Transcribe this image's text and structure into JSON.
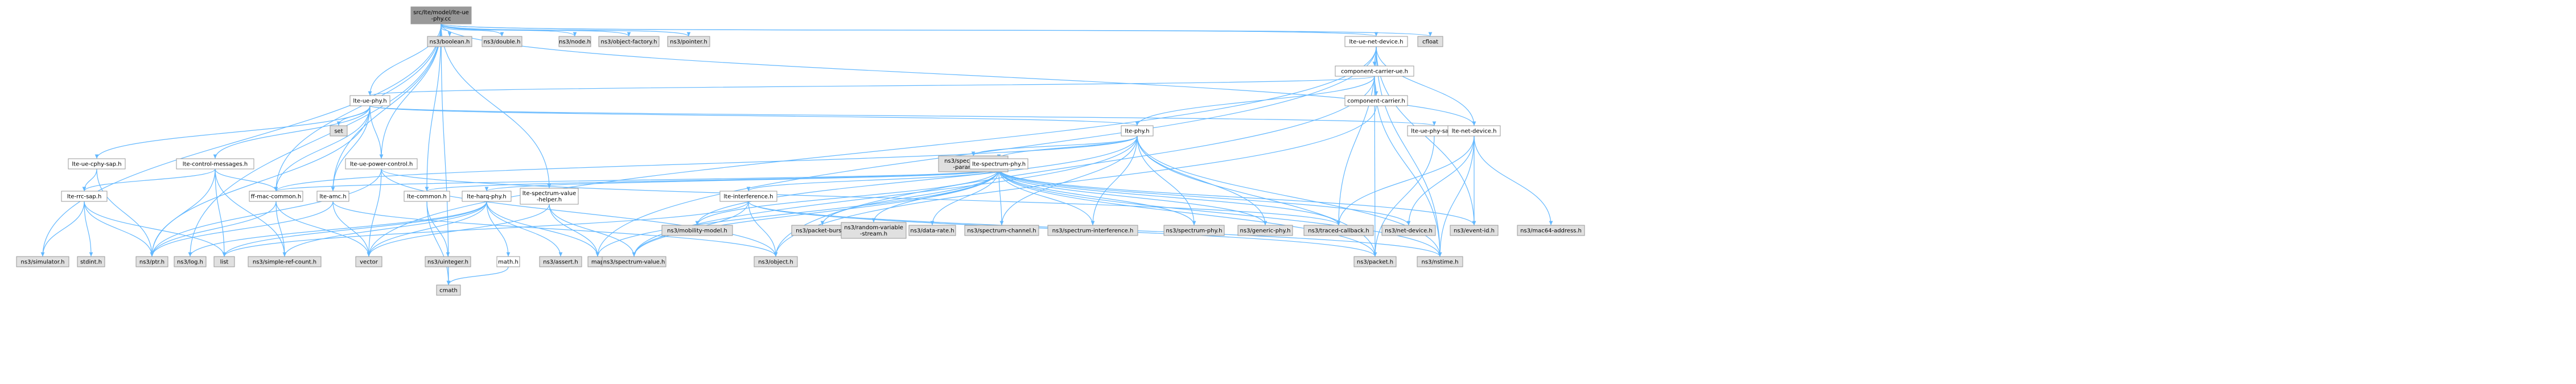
{
  "colors": {
    "root_fill": "#999999",
    "internal_fill": "#ffffff",
    "external_fill": "#e0e0e0",
    "border": "#999999",
    "edge": "#63b8ff",
    "text": "#000000"
  },
  "nodes": [
    {
      "id": "root",
      "label": "src/lte/model/lte-ue\n-phy.cc",
      "kind": "root"
    },
    {
      "id": "boolean",
      "label": "ns3/boolean.h",
      "kind": "external"
    },
    {
      "id": "double",
      "label": "ns3/double.h",
      "kind": "external"
    },
    {
      "id": "node",
      "label": "ns3/node.h",
      "kind": "external"
    },
    {
      "id": "objfactory",
      "label": "ns3/object-factory.h",
      "kind": "external"
    },
    {
      "id": "pointer",
      "label": "ns3/pointer.h",
      "kind": "external"
    },
    {
      "id": "uenetdev",
      "label": "lte-ue-net-device.h",
      "kind": "internal"
    },
    {
      "id": "cfloat",
      "label": "cfloat",
      "kind": "external"
    },
    {
      "id": "ccmue",
      "label": "component-carrier-ue.h",
      "kind": "internal"
    },
    {
      "id": "uephy",
      "label": "lte-ue-phy.h",
      "kind": "internal"
    },
    {
      "id": "ccarrier",
      "label": "component-carrier.h",
      "kind": "internal"
    },
    {
      "id": "set",
      "label": "set",
      "kind": "external"
    },
    {
      "id": "ltephy",
      "label": "lte-phy.h",
      "kind": "internal"
    },
    {
      "id": "uephysap",
      "label": "lte-ue-phy-sap.h",
      "kind": "internal"
    },
    {
      "id": "netdev",
      "label": "lte-net-device.h",
      "kind": "internal"
    },
    {
      "id": "specsig",
      "label": "ns3/spectrum-signal\n-parameters.h",
      "kind": "external"
    },
    {
      "id": "uecphysap",
      "label": "lte-ue-cphy-sap.h",
      "kind": "internal"
    },
    {
      "id": "ctrlmsg",
      "label": "lte-control-messages.h",
      "kind": "internal"
    },
    {
      "id": "uepower",
      "label": "lte-ue-power-control.h",
      "kind": "internal"
    },
    {
      "id": "specphy",
      "label": "lte-spectrum-phy.h",
      "kind": "internal"
    },
    {
      "id": "rrcsap",
      "label": "lte-rrc-sap.h",
      "kind": "internal"
    },
    {
      "id": "ffmac",
      "label": "ff-mac-common.h",
      "kind": "internal"
    },
    {
      "id": "amc",
      "label": "lte-amc.h",
      "kind": "internal"
    },
    {
      "id": "common",
      "label": "lte-common.h",
      "kind": "internal"
    },
    {
      "id": "harq",
      "label": "lte-harq-phy.h",
      "kind": "internal"
    },
    {
      "id": "specval",
      "label": "lte-spectrum-value\n-helper.h",
      "kind": "internal"
    },
    {
      "id": "interf",
      "label": "lte-interference.h",
      "kind": "internal"
    },
    {
      "id": "mobility",
      "label": "ns3/mobility-model.h",
      "kind": "external"
    },
    {
      "id": "pktburst",
      "label": "ns3/packet-burst.h",
      "kind": "external"
    },
    {
      "id": "randvar",
      "label": "ns3/random-variable\n-stream.h",
      "kind": "external"
    },
    {
      "id": "datarate",
      "label": "ns3/data-rate.h",
      "kind": "external"
    },
    {
      "id": "specchan",
      "label": "ns3/spectrum-channel.h",
      "kind": "external"
    },
    {
      "id": "specinterf",
      "label": "ns3/spectrum-interference.h",
      "kind": "external"
    },
    {
      "id": "specphyx",
      "label": "ns3/spectrum-phy.h",
      "kind": "external"
    },
    {
      "id": "genphy",
      "label": "ns3/generic-phy.h",
      "kind": "external"
    },
    {
      "id": "tracedcb",
      "label": "ns3/traced-callback.h",
      "kind": "external"
    },
    {
      "id": "netdevx",
      "label": "ns3/net-device.h",
      "kind": "external"
    },
    {
      "id": "eventid",
      "label": "ns3/event-id.h",
      "kind": "external"
    },
    {
      "id": "mac64",
      "label": "ns3/mac64-address.h",
      "kind": "external"
    },
    {
      "id": "simulator",
      "label": "ns3/simulator.h",
      "kind": "external"
    },
    {
      "id": "stdint",
      "label": "stdint.h",
      "kind": "external"
    },
    {
      "id": "ptr",
      "label": "ns3/ptr.h",
      "kind": "external"
    },
    {
      "id": "log",
      "label": "ns3/log.h",
      "kind": "external"
    },
    {
      "id": "list",
      "label": "list",
      "kind": "external"
    },
    {
      "id": "simpleref",
      "label": "ns3/simple-ref-count.h",
      "kind": "external"
    },
    {
      "id": "vector",
      "label": "vector",
      "kind": "external"
    },
    {
      "id": "uinteger",
      "label": "ns3/uinteger.h",
      "kind": "external"
    },
    {
      "id": "mathh",
      "label": "math.h",
      "kind": "internal"
    },
    {
      "id": "assert",
      "label": "ns3/assert.h",
      "kind": "external"
    },
    {
      "id": "map",
      "label": "map",
      "kind": "external"
    },
    {
      "id": "specvalx",
      "label": "ns3/spectrum-value.h",
      "kind": "external"
    },
    {
      "id": "object",
      "label": "ns3/object.h",
      "kind": "external"
    },
    {
      "id": "packet",
      "label": "ns3/packet.h",
      "kind": "external"
    },
    {
      "id": "nstime",
      "label": "ns3/nstime.h",
      "kind": "external"
    },
    {
      "id": "cmath",
      "label": "cmath",
      "kind": "external"
    }
  ],
  "edges": [
    [
      "root",
      "boolean"
    ],
    [
      "root",
      "double"
    ],
    [
      "root",
      "node"
    ],
    [
      "root",
      "objfactory"
    ],
    [
      "root",
      "pointer"
    ],
    [
      "root",
      "uenetdev"
    ],
    [
      "root",
      "cfloat"
    ],
    [
      "root",
      "uephy"
    ],
    [
      "root",
      "netdev"
    ],
    [
      "root",
      "ffmac"
    ],
    [
      "root",
      "amc"
    ],
    [
      "root",
      "common"
    ],
    [
      "root",
      "uepower"
    ],
    [
      "root",
      "specval"
    ],
    [
      "root",
      "simulator"
    ],
    [
      "root",
      "log"
    ],
    [
      "root",
      "cmath"
    ],
    [
      "uenetdev",
      "ccmue"
    ],
    [
      "uenetdev",
      "netdev"
    ],
    [
      "uenetdev",
      "eventid"
    ],
    [
      "uenetdev",
      "tracedcb"
    ],
    [
      "uenetdev",
      "nstime"
    ],
    [
      "uenetdev",
      "vector"
    ],
    [
      "uenetdev",
      "map"
    ],
    [
      "ccmue",
      "ccarrier"
    ],
    [
      "ccmue",
      "uephy"
    ],
    [
      "ccmue",
      "ltephy"
    ],
    [
      "ccmue",
      "object"
    ],
    [
      "ccmue",
      "packet"
    ],
    [
      "ccmue",
      "nstime"
    ],
    [
      "ccarrier",
      "object"
    ],
    [
      "uephy",
      "set"
    ],
    [
      "uephy",
      "ltephy"
    ],
    [
      "uephy",
      "uephysap"
    ],
    [
      "uephy",
      "uecphysap"
    ],
    [
      "uephy",
      "ctrlmsg"
    ],
    [
      "uephy",
      "uepower"
    ],
    [
      "uephy",
      "amc"
    ],
    [
      "uephy",
      "ffmac"
    ],
    [
      "uephy",
      "ptr"
    ],
    [
      "ltephy",
      "specsig"
    ],
    [
      "ltephy",
      "specphy"
    ],
    [
      "ltephy",
      "mobility"
    ],
    [
      "ltephy",
      "specchan"
    ],
    [
      "ltephy",
      "specinterf"
    ],
    [
      "ltephy",
      "specphyx"
    ],
    [
      "ltephy",
      "genphy"
    ],
    [
      "ltephy",
      "packet"
    ],
    [
      "ltephy",
      "nstime"
    ],
    [
      "ltephy",
      "specvalx"
    ],
    [
      "ltephy",
      "ffmac"
    ],
    [
      "uephysap",
      "packet"
    ],
    [
      "netdev",
      "tracedcb"
    ],
    [
      "netdev",
      "netdevx"
    ],
    [
      "netdev",
      "eventid"
    ],
    [
      "netdev",
      "mac64"
    ],
    [
      "netdev",
      "nstime"
    ],
    [
      "specphy",
      "mobility"
    ],
    [
      "specphy",
      "pktburst"
    ],
    [
      "specphy",
      "randvar"
    ],
    [
      "specphy",
      "datarate"
    ],
    [
      "specphy",
      "specchan"
    ],
    [
      "specphy",
      "specinterf"
    ],
    [
      "specphy",
      "specphyx"
    ],
    [
      "specphy",
      "genphy"
    ],
    [
      "specphy",
      "tracedcb"
    ],
    [
      "specphy",
      "netdevx"
    ],
    [
      "specphy",
      "eventid"
    ],
    [
      "specphy",
      "harq"
    ],
    [
      "specphy",
      "interf"
    ],
    [
      "specphy",
      "common"
    ],
    [
      "specphy",
      "ffmac"
    ],
    [
      "specphy",
      "packet"
    ],
    [
      "specphy",
      "nstime"
    ],
    [
      "specphy",
      "map"
    ],
    [
      "specphy",
      "specvalx"
    ],
    [
      "uecphysap",
      "rrcsap"
    ],
    [
      "uecphysap",
      "ptr"
    ],
    [
      "ctrlmsg",
      "rrcsap"
    ],
    [
      "ctrlmsg",
      "ffmac"
    ],
    [
      "ctrlmsg",
      "ptr"
    ],
    [
      "ctrlmsg",
      "list"
    ],
    [
      "ctrlmsg",
      "simpleref"
    ],
    [
      "uepower",
      "object"
    ],
    [
      "uepower",
      "vector"
    ],
    [
      "uepower",
      "ptr"
    ],
    [
      "uepower",
      "tracedcb"
    ],
    [
      "rrcsap",
      "simulator"
    ],
    [
      "rrcsap",
      "stdint"
    ],
    [
      "rrcsap",
      "ptr"
    ],
    [
      "rrcsap",
      "list"
    ],
    [
      "ffmac",
      "vector"
    ],
    [
      "ffmac",
      "simpleref"
    ],
    [
      "ffmac",
      "ptr"
    ],
    [
      "amc",
      "vector"
    ],
    [
      "amc",
      "ptr"
    ],
    [
      "amc",
      "object"
    ],
    [
      "common",
      "uinteger"
    ],
    [
      "common",
      "cmath"
    ],
    [
      "harq",
      "log"
    ],
    [
      "harq",
      "assert"
    ],
    [
      "harq",
      "mathh"
    ],
    [
      "harq",
      "vector"
    ],
    [
      "harq",
      "list"
    ],
    [
      "harq",
      "simpleref"
    ],
    [
      "harq",
      "map"
    ],
    [
      "mathh",
      "cmath"
    ],
    [
      "specval",
      "map"
    ],
    [
      "specval",
      "specvalx"
    ],
    [
      "specval",
      "vector"
    ],
    [
      "interf",
      "object"
    ],
    [
      "interf",
      "packet"
    ],
    [
      "interf",
      "nstime"
    ],
    [
      "interf",
      "specvalx"
    ],
    [
      "interf",
      "list"
    ]
  ]
}
